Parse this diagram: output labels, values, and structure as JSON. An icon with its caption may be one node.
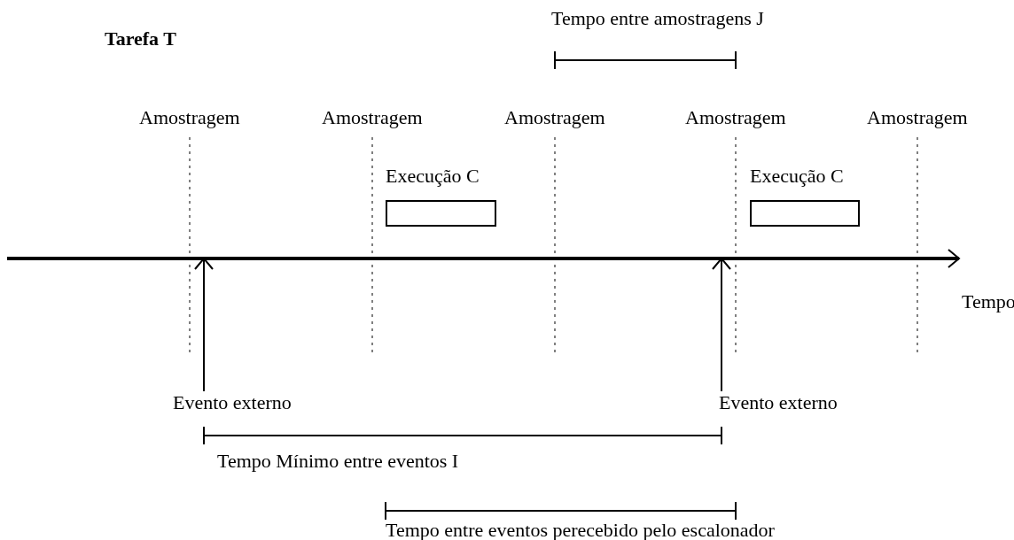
{
  "diagram": {
    "title": "Tarefa T",
    "nodes": [
      {
        "text": [
          "Execução C"
        ]
      },
      {
        "text": [
          "Execução C"
        ]
      },
      {
        "text": [
          "Evento externo"
        ]
      },
      {
        "text": [
          "Evento externo"
        ]
      }
    ],
    "edges": [
      {
        "from": 2,
        "to": null,
        "arrow": "to"
      },
      {
        "from": 3,
        "to": null,
        "arrow": "to"
      }
    ],
    "labels": [
      "Tempo entre amostragens J",
      "Amostragem",
      "Amostragem",
      "Amostragem",
      "Amostragem",
      "Amostragem",
      "Tempo",
      "Tempo Mínimo entre eventos I",
      "Tempo entre eventos perecebido pelo escalonador"
    ]
  }
}
